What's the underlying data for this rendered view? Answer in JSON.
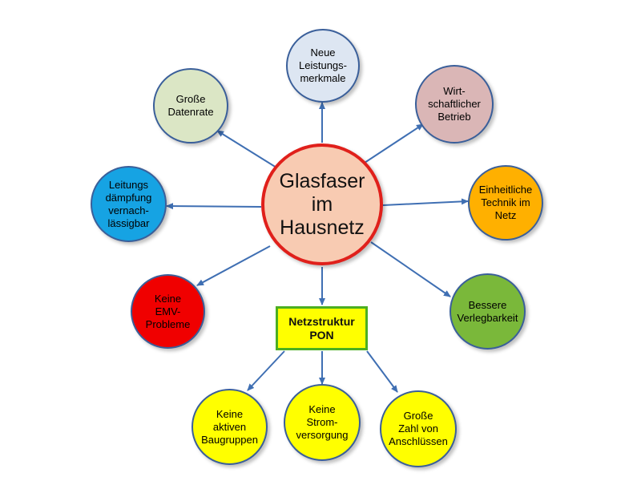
{
  "center": {
    "label": "Glasfaser\nim\nHausnetz",
    "color": "#f8cbb2",
    "border": "#e0201b"
  },
  "box": {
    "line1": "Netzstruktur",
    "line2": "PON",
    "fill": "#ffff00",
    "border": "#4caf20"
  },
  "benefits": [
    {
      "id": "neue-leistungsmerkmale",
      "label": "Neue\nLeistungs-\nmerkmale",
      "color": "#dde6f2"
    },
    {
      "id": "wirtschaftlicher-betrieb",
      "label": "Wirt-\nschaftlicher\nBetrieb",
      "color": "#dab6b6"
    },
    {
      "id": "einheitliche-technik",
      "label": "Einheitliche\nTechnik im\nNetz",
      "color": "#ffb000"
    },
    {
      "id": "bessere-verlegbarkeit",
      "label": "Bessere\nVerlegbarkeit",
      "color": "#7ab83a"
    },
    {
      "id": "keine-emv-probleme",
      "label": "Keine\nEMV-\nProbleme",
      "color": "#f00000"
    },
    {
      "id": "leitungsdaempfung",
      "label": "Leitungs\ndämpfung\nvernach-\nlässigbar",
      "color": "#16a3e3"
    },
    {
      "id": "grosse-datenrate",
      "label": "Große\nDatenrate",
      "color": "#dbe6c5"
    }
  ],
  "pon": [
    {
      "id": "keine-aktiven-baugruppen",
      "label": "Keine\naktiven\nBaugruppen",
      "color": "#ffff00"
    },
    {
      "id": "keine-stromversorgung",
      "label": "Keine\nStrom-\nversorgung",
      "color": "#ffff00"
    },
    {
      "id": "grosse-zahl-anschluesse",
      "label": "Große\nZahl von\nAnschlüssen",
      "color": "#ffff00"
    }
  ],
  "colors": {
    "arrow": "#3f6fb3",
    "node_border": "#3a5f9a"
  }
}
